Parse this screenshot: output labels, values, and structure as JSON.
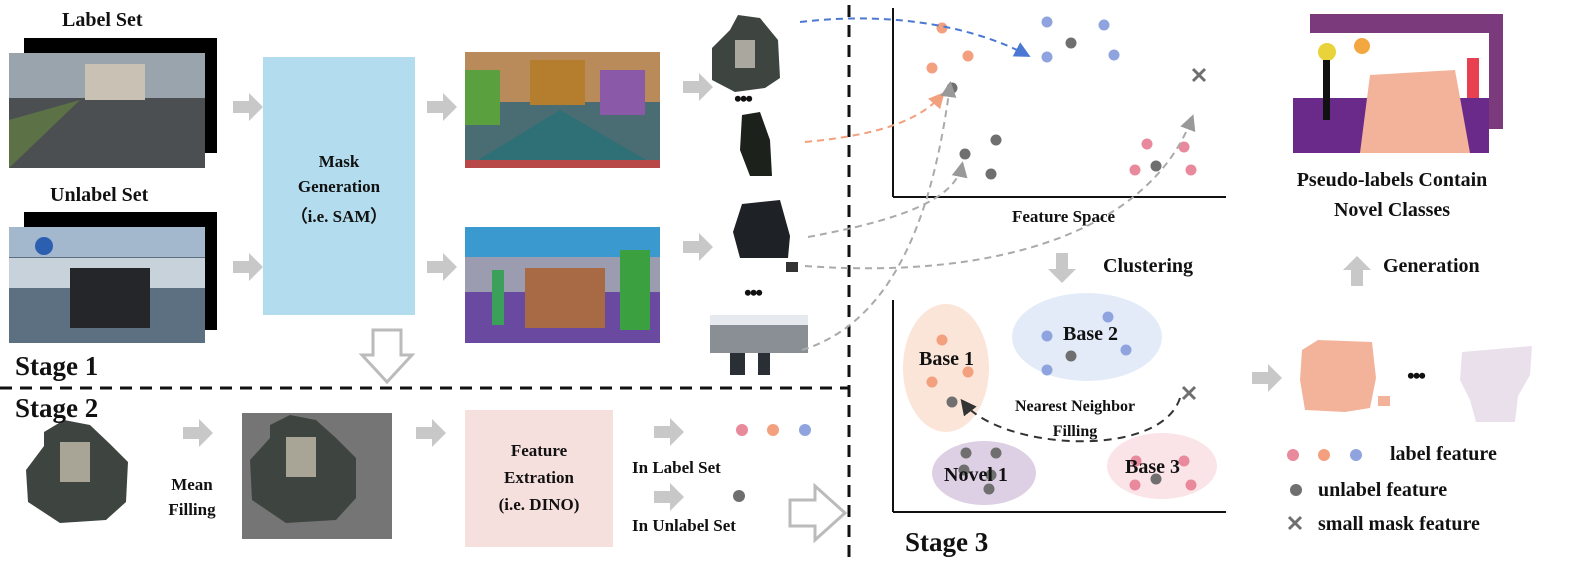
{
  "stage1": {
    "title": "Stage 1",
    "label_set": "Label Set",
    "unlabel_set": "Unlabel Set",
    "mask_gen": [
      "Mask",
      "Generation",
      "（i.e. SAM）"
    ]
  },
  "stage2": {
    "title": "Stage 2",
    "mean_filling": [
      "Mean",
      "Filling"
    ],
    "feature_extraction": [
      "Feature",
      "Extration",
      "(i.e. DINO)"
    ],
    "in_label_set": "In Label Set",
    "in_unlabel_set": "In Unlabel Set"
  },
  "stage3": {
    "title": "Stage 3",
    "feature_space": "Feature Space",
    "clustering": "Clustering",
    "generation": "Generation",
    "pseudo_labels": [
      "Pseudo-labels Contain",
      "Novel Classes"
    ],
    "clusters": [
      "Base 1",
      "Base 2",
      "Base 3",
      "Novel 1"
    ],
    "nn_filling": [
      "Nearest Neighbor",
      "Filling"
    ]
  },
  "legend": {
    "label_feature": "label feature",
    "unlabel_feature": "unlabel feature",
    "small_mask_feature": "small mask feature"
  },
  "ellipsis": "•••",
  "colors": {
    "red": "#e98a9c",
    "orange": "#f3a07f",
    "blue": "#8fa4de",
    "gray": "#6f6f6f",
    "arrow": "#c8c8c8",
    "mask_box": "#b3ddef",
    "feat_box": "#f6e0de"
  }
}
